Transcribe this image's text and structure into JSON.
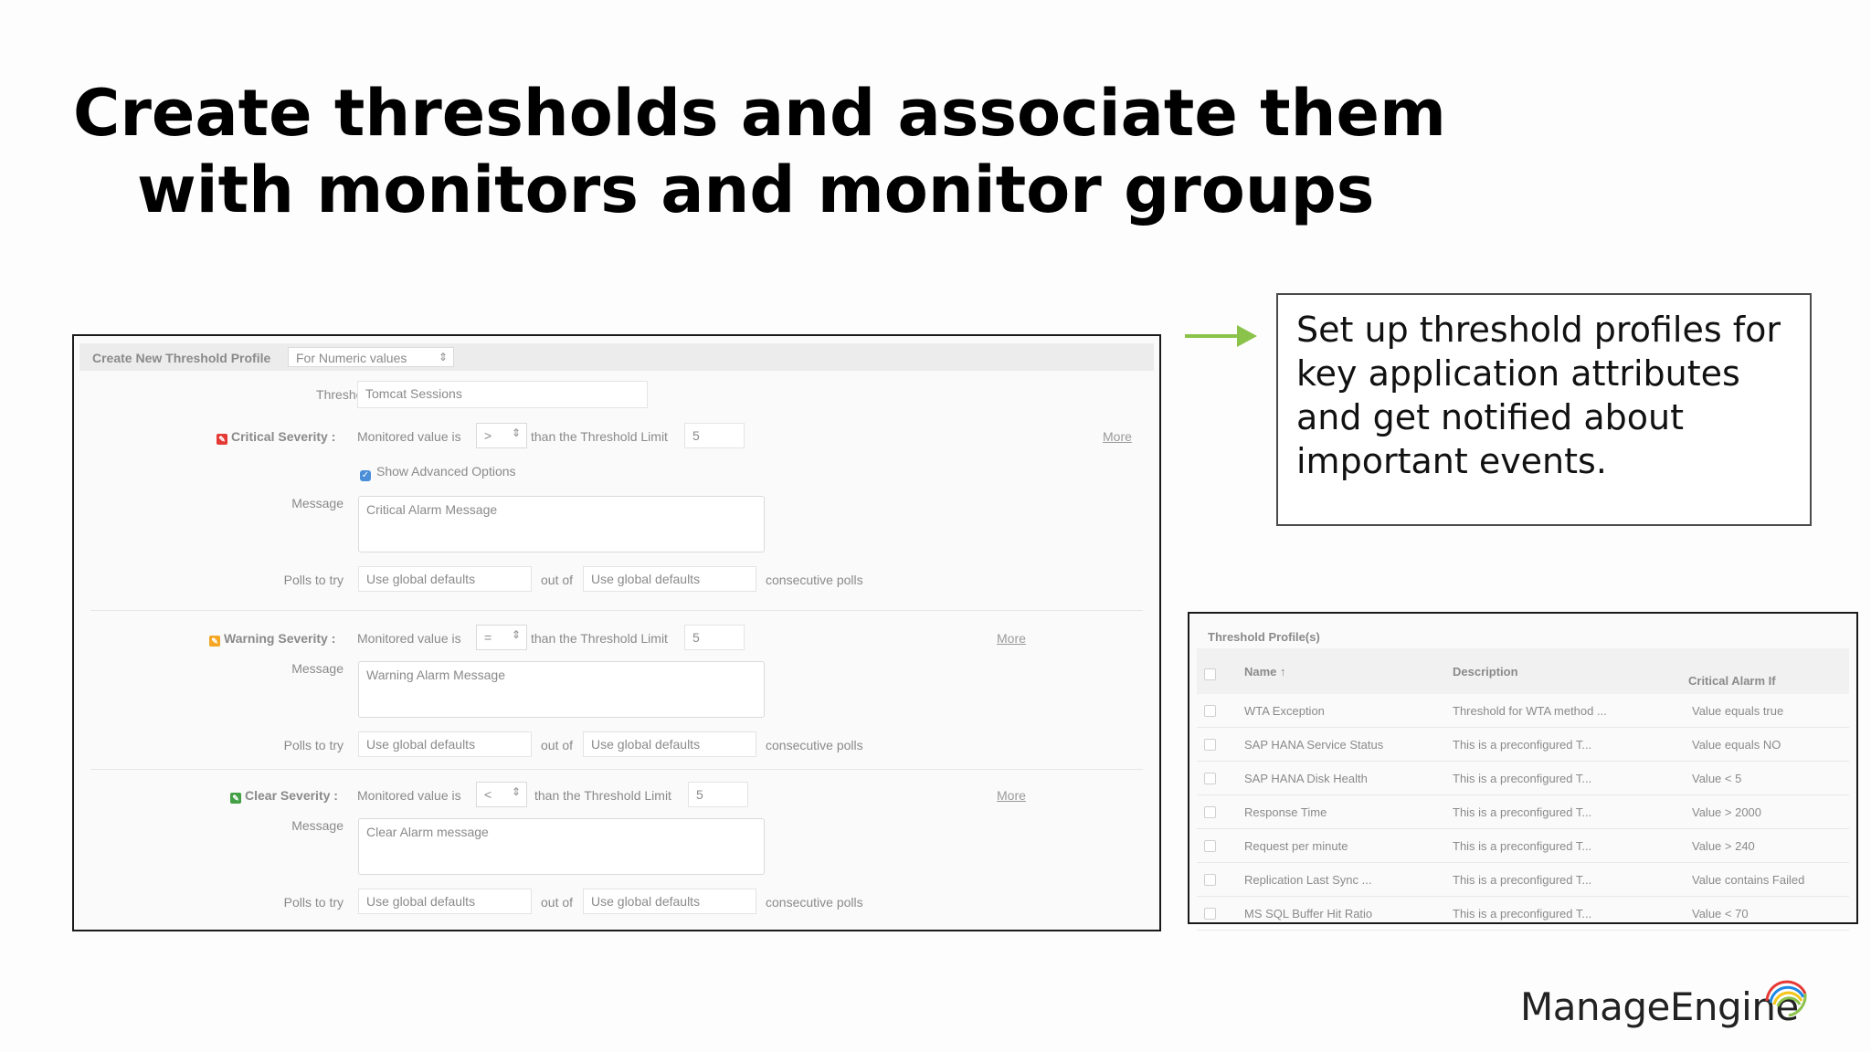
{
  "slide": {
    "title_line1": "Create thresholds and associate them",
    "title_line2": "with monitors and monitor groups",
    "callout": "Set up threshold profiles for key application attributes and get notified about important events.",
    "logo": "ManageEngine"
  },
  "form": {
    "header_label": "Create New Threshold Profile",
    "type_select": "For Numeric values",
    "threshold_name_label": "Threshold Name",
    "threshold_name_value": "Tomcat Sessions",
    "show_advanced": "Show Advanced Options",
    "sections": [
      {
        "severity": "Critical Severity :",
        "monitored_label": "Monitored value is",
        "operator": ">",
        "than_label": "than the Threshold Limit",
        "limit": "5",
        "more": "More",
        "message_label": "Message",
        "message": "Critical Alarm Message",
        "polls_label": "Polls to try",
        "polls_value": "Use global defaults",
        "out_of": "out of",
        "out_of_value": "Use global defaults",
        "consecutive": "consecutive polls",
        "color": "#e53935"
      },
      {
        "severity": "Warning Severity :",
        "monitored_label": "Monitored value is",
        "operator": "=",
        "than_label": "than the Threshold Limit",
        "limit": "5",
        "more": "More",
        "message_label": "Message",
        "message": "Warning Alarm Message",
        "polls_label": "Polls to try",
        "polls_value": "Use global defaults",
        "out_of": "out of",
        "out_of_value": "Use global defaults",
        "consecutive": "consecutive polls",
        "color": "#f5a623"
      },
      {
        "severity": "Clear Severity :",
        "monitored_label": "Monitored value is",
        "operator": "<",
        "than_label": "than the Threshold Limit",
        "limit": "5",
        "more": "More",
        "message_label": "Message",
        "message": "Clear Alarm message",
        "polls_label": "Polls to try",
        "polls_value": "Use global defaults",
        "out_of": "out of",
        "out_of_value": "Use global defaults",
        "consecutive": "consecutive polls",
        "color": "#43a047"
      }
    ]
  },
  "profiles": {
    "title": "Threshold Profile(s)",
    "columns": [
      "Name ↑",
      "Description",
      "Critical Alarm If"
    ],
    "rows": [
      [
        "WTA Exception",
        "Threshold for WTA method ...",
        "Value equals true"
      ],
      [
        "SAP HANA Service Status",
        "This is a preconfigured T...",
        "Value equals NO"
      ],
      [
        "SAP HANA Disk Health",
        "This is a preconfigured T...",
        "Value < 5"
      ],
      [
        "Response Time",
        "This is a preconfigured T...",
        "Value > 2000"
      ],
      [
        "Request per minute",
        "This is a preconfigured T...",
        "Value > 240"
      ],
      [
        "Replication Last Sync ...",
        "This is a preconfigured T...",
        "Value contains Failed"
      ],
      [
        "MS SQL Buffer Hit Ratio",
        "This is a preconfigured T...",
        "Value < 70"
      ]
    ]
  },
  "colors": {
    "accent_arrow": "#8bc34a",
    "logo_arc_green": "#8bc34a",
    "logo_arc_yellow": "#f5c518",
    "logo_arc_blue": "#1e88e5",
    "logo_arc_red": "#e53935"
  }
}
